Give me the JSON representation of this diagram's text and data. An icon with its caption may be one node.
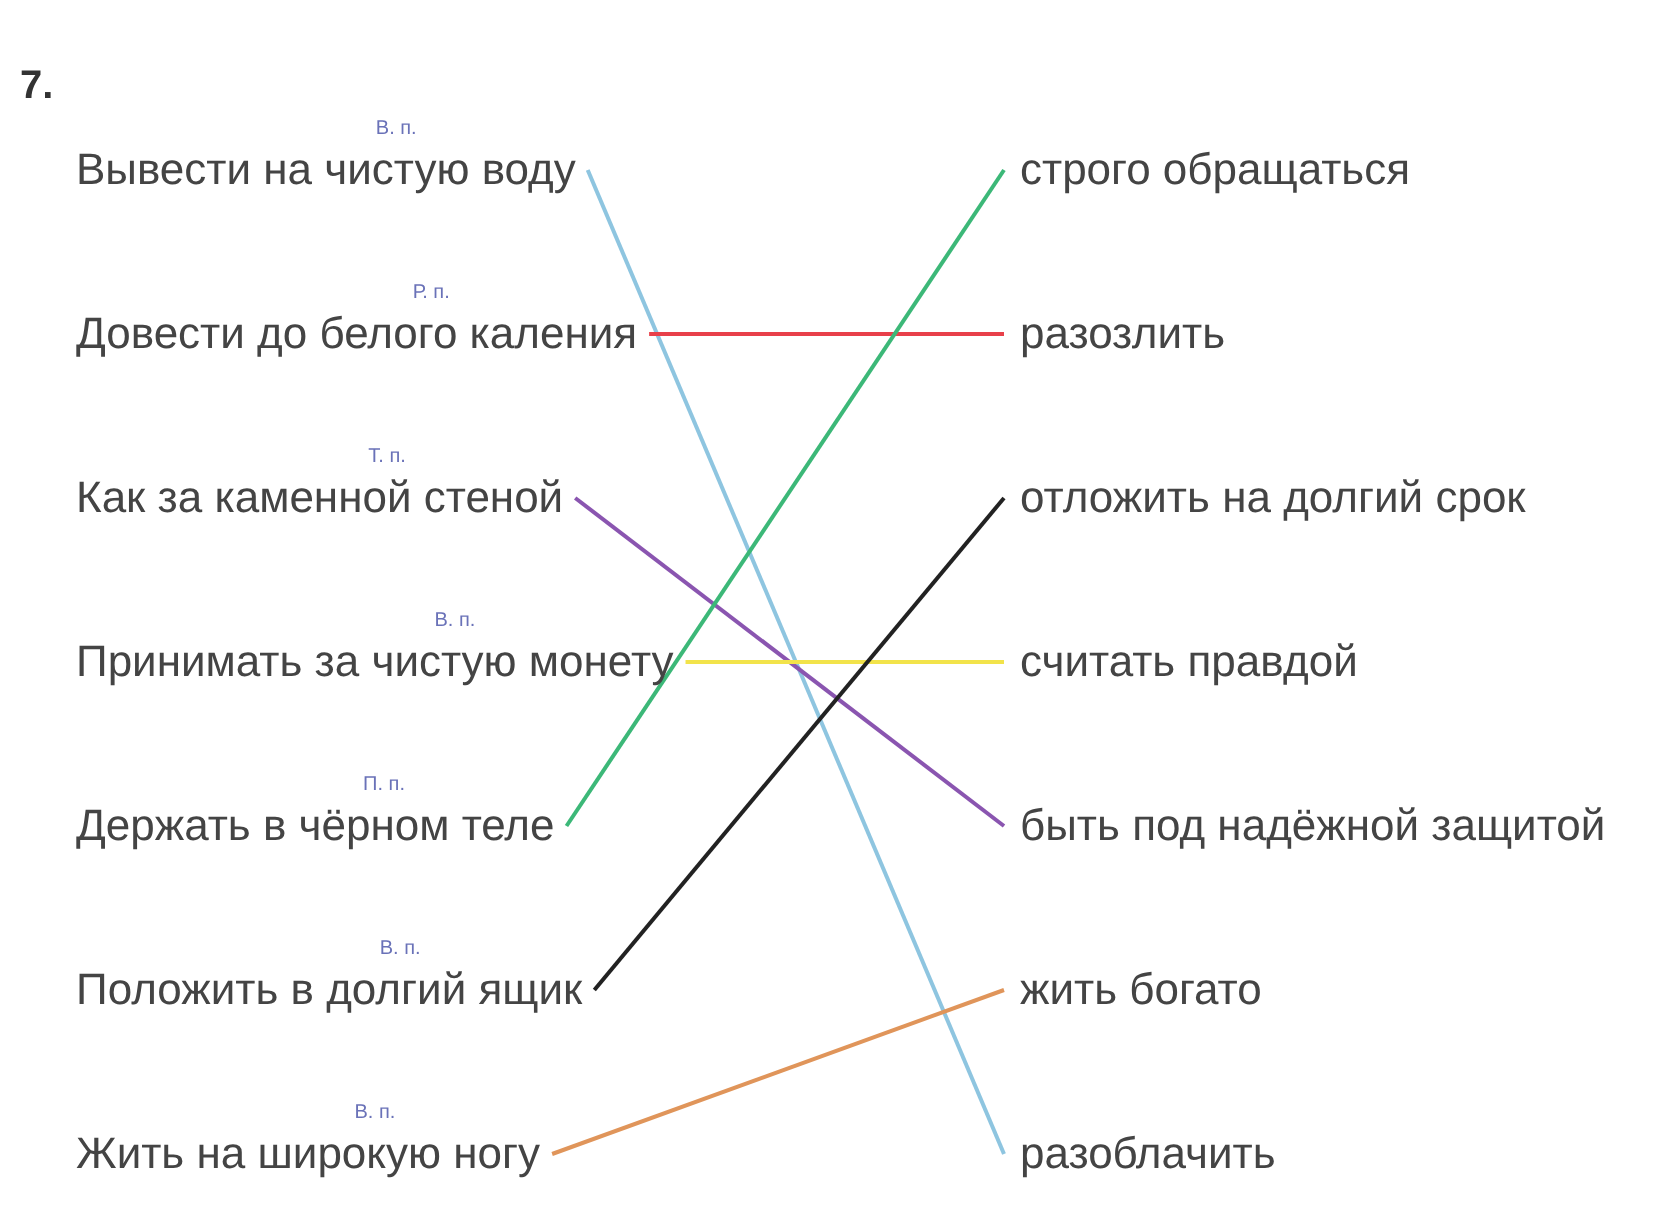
{
  "diagram": {
    "title": "7.",
    "nodes": [
      {
        "text": [
          "Вывести на чистую воду"
        ],
        "beside": [
          "В. п."
        ]
      },
      {
        "text": [
          "Довести до белого каления"
        ],
        "beside": [
          "Р. п."
        ]
      },
      {
        "text": [
          "Как за каменной стеной"
        ],
        "beside": [
          "Т. п."
        ]
      },
      {
        "text": [
          "Принимать за чистую монету"
        ],
        "beside": [
          "В. п."
        ]
      },
      {
        "text": [
          "Держать в чёрном теле"
        ],
        "beside": [
          "П. п."
        ]
      },
      {
        "text": [
          "Положить в долгий ящик"
        ],
        "beside": [
          "В. п."
        ]
      },
      {
        "text": [
          "Жить на широкую ногу"
        ],
        "beside": [
          "В. п."
        ]
      },
      {
        "text": [
          "строго обращаться"
        ]
      },
      {
        "text": [
          "разозлить"
        ]
      },
      {
        "text": [
          "отложить на долгий срок"
        ]
      },
      {
        "text": [
          "считать правдой"
        ]
      },
      {
        "text": [
          "быть под надёжной защитой"
        ]
      },
      {
        "text": [
          "жить богато"
        ]
      },
      {
        "text": [
          "разоблачить"
        ]
      }
    ],
    "edges": [
      {
        "from": 0,
        "to": 13,
        "arrow": "none",
        "color": "#8ec5e0"
      },
      {
        "from": 1,
        "to": 8,
        "arrow": "none",
        "color": "#e8404a"
      },
      {
        "from": 2,
        "to": 11,
        "arrow": "none",
        "color": "#8a55b0"
      },
      {
        "from": 3,
        "to": 10,
        "arrow": "none",
        "color": "#f2e34a"
      },
      {
        "from": 4,
        "to": 7,
        "arrow": "none",
        "color": "#3cb878"
      },
      {
        "from": 5,
        "to": 9,
        "arrow": "none",
        "color": "#222222"
      },
      {
        "from": 6,
        "to": 12,
        "arrow": "none",
        "color": "#e0955a"
      }
    ]
  }
}
